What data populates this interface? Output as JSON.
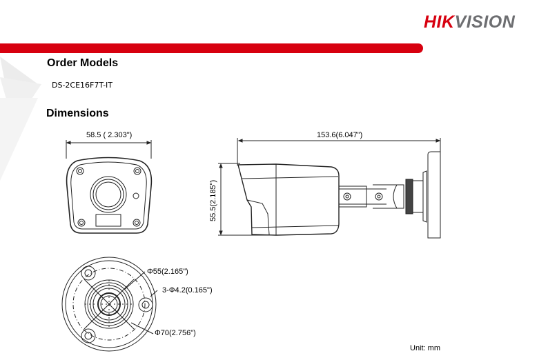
{
  "header": {
    "logo_part1": "HIK",
    "logo_part2": "VISION",
    "accent_color": "#d7000f"
  },
  "sections": {
    "order_models": {
      "title": "Order Models",
      "model": "DS-2CE16F7T-IT"
    },
    "dimensions": {
      "title": "Dimensions",
      "front_width": "58.5 ( 2.303\")",
      "side_length": "153.6(6.047\")",
      "side_height": "55.5(2.185\")",
      "base_diameter_inner": "Φ55(2.165\")",
      "base_holes": "3-Φ4.2(0.165\")",
      "base_diameter_outer": "Φ70(2.756\")",
      "unit": "Unit: mm"
    }
  }
}
